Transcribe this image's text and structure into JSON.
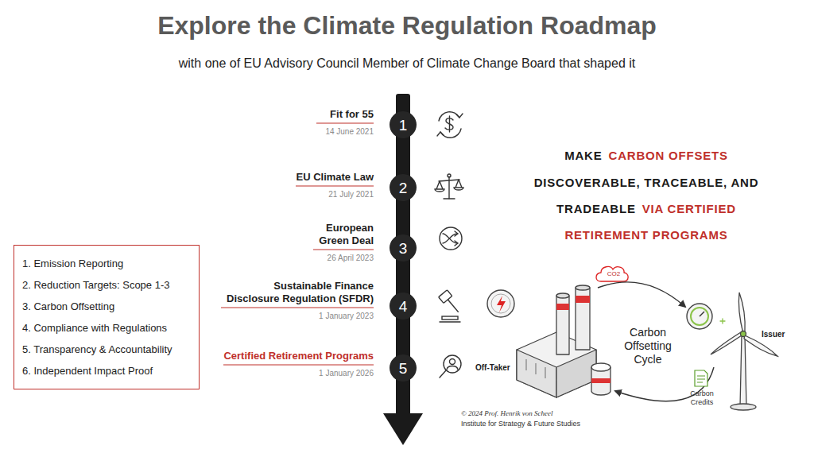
{
  "diagram": {
    "title": "Explore the Climate Regulation Roadmap",
    "nodes": [
      {
        "text": [
          "1",
          "Fit for 55",
          "14 June 2021"
        ]
      },
      {
        "text": [
          "2",
          "EU Climate Law",
          "21 July 2021"
        ]
      },
      {
        "text": [
          "3",
          "European Green Deal",
          "26 April 2023"
        ]
      },
      {
        "text": [
          "4",
          "Sustainable Finance Disclosure Regulation (SFDR)",
          "1 January 2023"
        ]
      },
      {
        "text": [
          "5",
          "Certified Retirement Programs",
          "1 January 2026"
        ]
      },
      {
        "text": [
          "1. Emission Reporting",
          "2. Reduction Targets: Scope 1-3",
          "3. Carbon Offsetting",
          "4. Compliance with Regulations",
          "5. Transparency & Accountability",
          "6. Independent Impact Proof"
        ]
      }
    ],
    "edges": [
      {
        "from": 0,
        "to": 1,
        "arrow": "none"
      },
      {
        "from": 1,
        "to": 2,
        "arrow": "none"
      },
      {
        "from": 2,
        "to": 3,
        "arrow": "none"
      },
      {
        "from": 3,
        "to": 4,
        "arrow": "none"
      }
    ],
    "labels": [
      "with one of EU Advisory Council Member of  Climate Change Board that shaped it",
      "MAKE",
      "CARBON OFFSETS",
      "DISCOVERABLE, TRACEABLE, AND",
      "TRADEABLE",
      "VIA CERTIFIED",
      "RETIREMENT PROGRAMS",
      "Carbon Offsetting Cycle",
      "CO2",
      "Off-Taker",
      "Issuer",
      "Carbon Credits",
      "© 2024 Prof. Henrik von Scheel",
      "Institute for Strategy & Future Studies"
    ]
  }
}
